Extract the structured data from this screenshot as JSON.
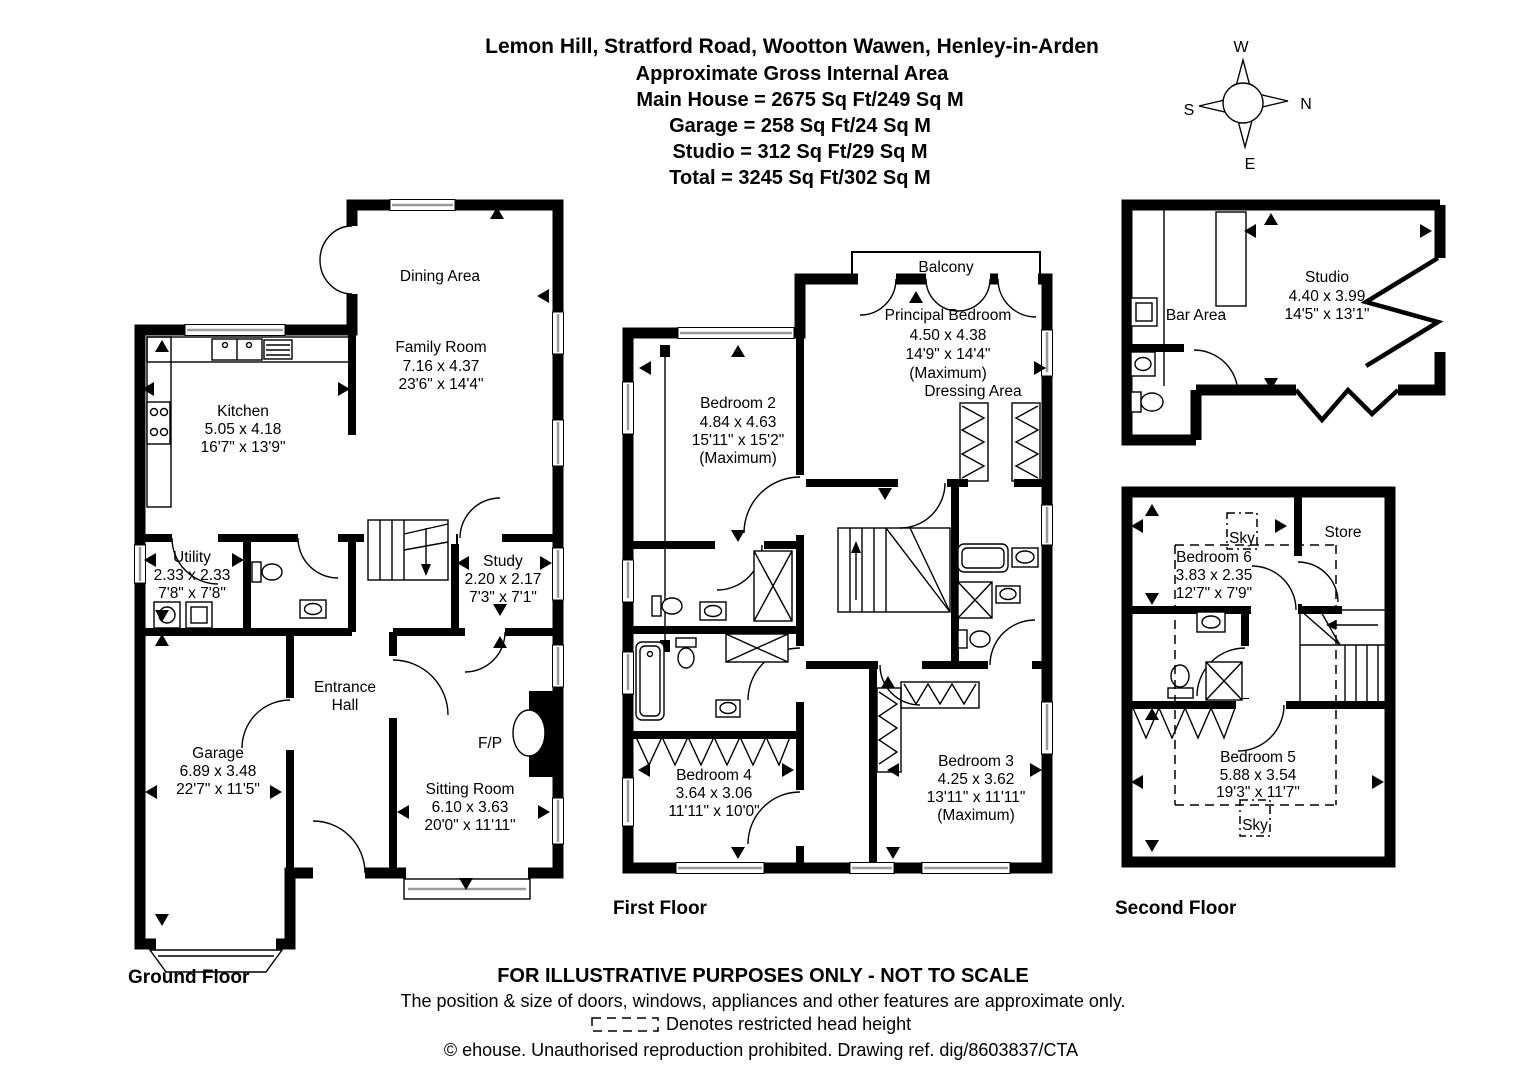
{
  "title": {
    "address": "Lemon Hill, Stratford Road, Wootton Wawen, Henley-in-Arden",
    "subtitle": "Approximate Gross Internal Area",
    "main_house": "Main House = 2675 Sq Ft/249 Sq M",
    "garage_area": "Garage = 258 Sq Ft/24 Sq M",
    "studio_area": "Studio = 312 Sq Ft/29 Sq M",
    "total_area": "Total = 3245 Sq Ft/302 Sq M"
  },
  "compass": {
    "north": "N",
    "east": "E",
    "south": "S",
    "west": "W"
  },
  "ground_floor": {
    "label": "Ground Floor",
    "dining": {
      "name": "Dining Area"
    },
    "family": {
      "name": "Family Room",
      "metric": "7.16 x 4.37",
      "imperial": "23'6\" x 14'4\""
    },
    "kitchen": {
      "name": "Kitchen",
      "metric": "5.05 x 4.18",
      "imperial": "16'7\" x 13'9\""
    },
    "utility": {
      "name": "Utility",
      "metric": "2.33 x 2.33",
      "imperial": "7'8\" x 7'8\""
    },
    "study": {
      "name": "Study",
      "metric": "2.20 x 2.17",
      "imperial": "7'3\" x 7'1\""
    },
    "entrance_hall": {
      "line1": "Entrance",
      "line2": "Hall"
    },
    "garage": {
      "name": "Garage",
      "metric": "6.89 x 3.48",
      "imperial": "22'7\" x 11'5\""
    },
    "sitting": {
      "name": "Sitting Room",
      "metric": "6.10 x 3.63",
      "imperial": "20'0\" x 11'11\""
    },
    "fireplace": {
      "name": "F/P"
    }
  },
  "first_floor": {
    "label": "First Floor",
    "balcony": {
      "name": "Balcony"
    },
    "principal": {
      "name": "Principal Bedroom",
      "metric": "4.50 x 4.38",
      "imperial": "14'9\" x 14'4\"",
      "note": "(Maximum)"
    },
    "dressing": {
      "name": "Dressing Area"
    },
    "bedroom2": {
      "name": "Bedroom 2",
      "metric": "4.84 x 4.63",
      "imperial": "15'11\" x 15'2\"",
      "note": "(Maximum)"
    },
    "bedroom4": {
      "name": "Bedroom 4",
      "metric": "3.64 x 3.06",
      "imperial": "11'11\" x 10'0\""
    },
    "bedroom3": {
      "name": "Bedroom 3",
      "metric": "4.25 x 3.62",
      "imperial": "13'11\" x 11'11\"",
      "note": "(Maximum)"
    }
  },
  "studio": {
    "bar": {
      "name": "Bar Area"
    },
    "room": {
      "name": "Studio",
      "metric": "4.40 x 3.99",
      "imperial": "14'5\" x 13'1\""
    }
  },
  "second_floor": {
    "label": "Second Floor",
    "sky_top": {
      "name": "Sky"
    },
    "store": {
      "name": "Store"
    },
    "bedroom6": {
      "name": "Bedroom 6",
      "metric": "3.83 x 2.35",
      "imperial": "12'7\" x 7'9\""
    },
    "bedroom5": {
      "name": "Bedroom 5",
      "metric": "5.88 x 3.54",
      "imperial": "19'3\" x 11'7\""
    },
    "sky_bottom": {
      "name": "Sky"
    }
  },
  "footer": {
    "line1": "FOR ILLUSTRATIVE PURPOSES ONLY - NOT TO SCALE",
    "line2": "The position & size of doors, windows, appliances and other features are approximate only.",
    "line3": "Denotes restricted head height",
    "line4": "© ehouse. Unauthorised reproduction prohibited. Drawing ref. dig/8603837/CTA"
  }
}
